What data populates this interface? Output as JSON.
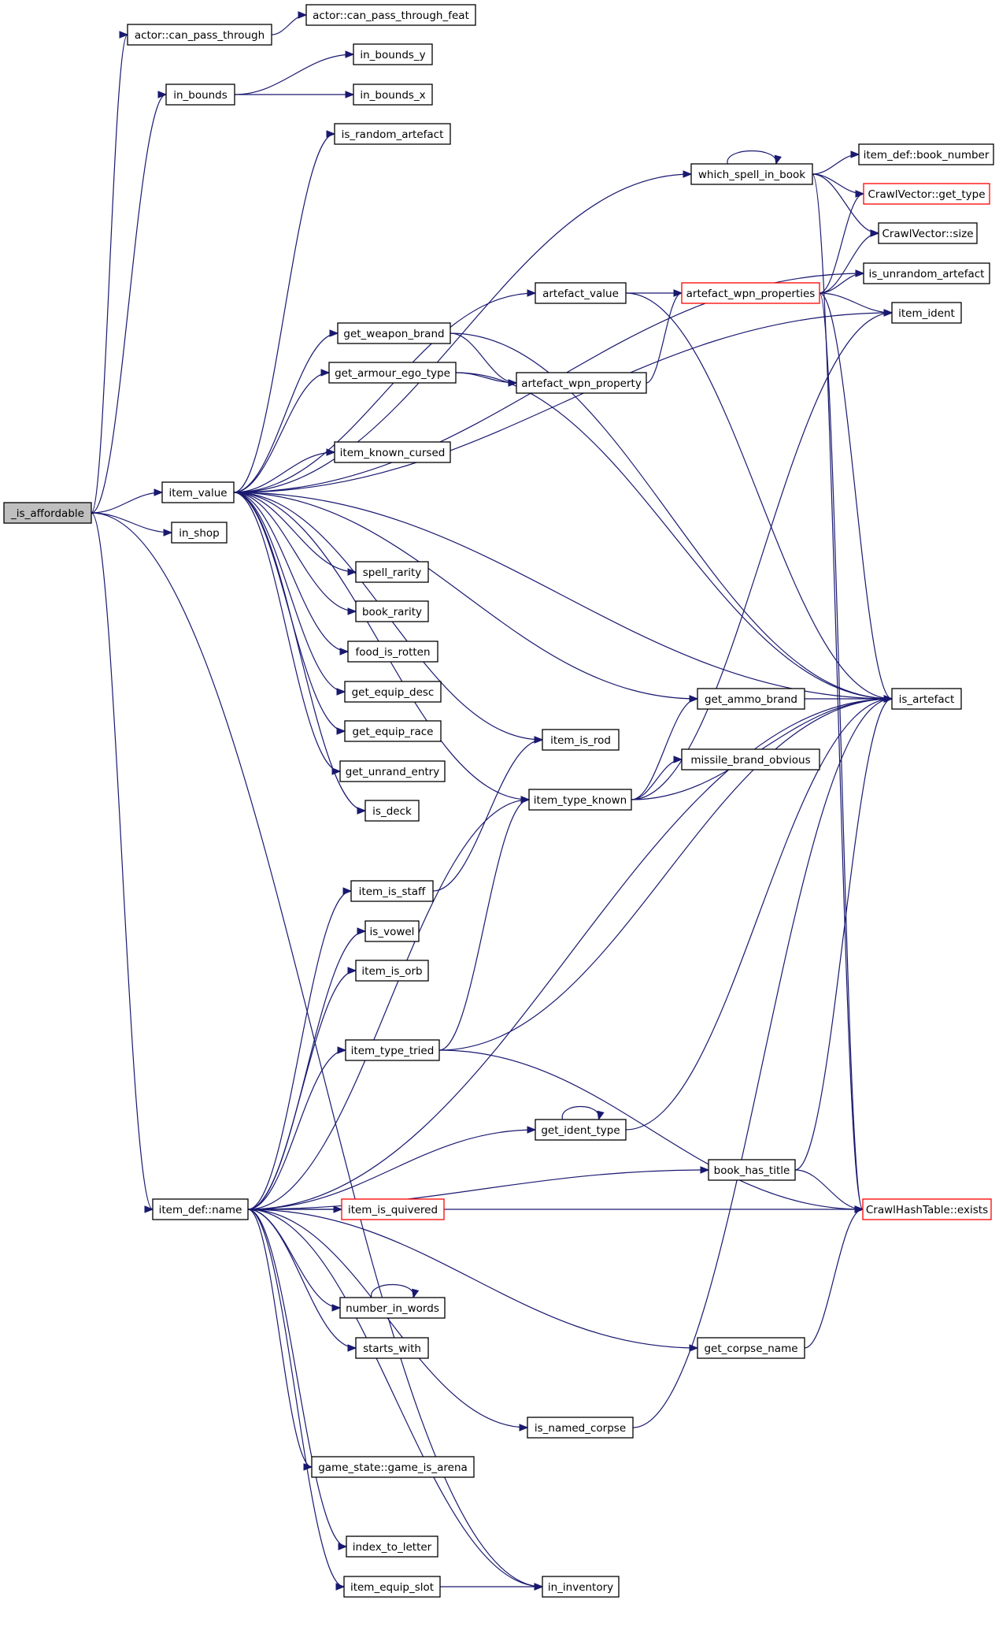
{
  "diagram": {
    "colors": {
      "edge": "#191970",
      "node_border": "#000000",
      "node_border_red": "#ff0000",
      "root_fill": "#bfbfbf",
      "node_fill": "#ffffff"
    },
    "nodes": [
      {
        "id": "n0",
        "label": "_is_affordable",
        "kind": "root"
      },
      {
        "id": "n1",
        "label": "actor::can_pass_through",
        "kind": "plain"
      },
      {
        "id": "n2",
        "label": "actor::can_pass_through_feat",
        "kind": "plain"
      },
      {
        "id": "n3",
        "label": "in_bounds",
        "kind": "plain"
      },
      {
        "id": "n4",
        "label": "in_bounds_y",
        "kind": "plain"
      },
      {
        "id": "n5",
        "label": "in_bounds_x",
        "kind": "plain"
      },
      {
        "id": "n6",
        "label": "is_random_artefact",
        "kind": "plain"
      },
      {
        "id": "n7",
        "label": "which_spell_in_book",
        "kind": "plain"
      },
      {
        "id": "n8",
        "label": "item_def::book_number",
        "kind": "plain"
      },
      {
        "id": "n9",
        "label": "CrawlVector::get_type",
        "kind": "red"
      },
      {
        "id": "n10",
        "label": "CrawlVector::size",
        "kind": "plain"
      },
      {
        "id": "n11",
        "label": "is_unrandom_artefact",
        "kind": "plain"
      },
      {
        "id": "n12",
        "label": "artefact_value",
        "kind": "plain"
      },
      {
        "id": "n13",
        "label": "artefact_wpn_properties",
        "kind": "red"
      },
      {
        "id": "n14",
        "label": "item_ident",
        "kind": "plain"
      },
      {
        "id": "n15",
        "label": "get_weapon_brand",
        "kind": "plain"
      },
      {
        "id": "n16",
        "label": "get_armour_ego_type",
        "kind": "plain"
      },
      {
        "id": "n17",
        "label": "artefact_wpn_property",
        "kind": "plain"
      },
      {
        "id": "n18",
        "label": "item_known_cursed",
        "kind": "plain"
      },
      {
        "id": "n19",
        "label": "item_value",
        "kind": "plain"
      },
      {
        "id": "n20",
        "label": "in_shop",
        "kind": "plain"
      },
      {
        "id": "n21",
        "label": "spell_rarity",
        "kind": "plain"
      },
      {
        "id": "n22",
        "label": "book_rarity",
        "kind": "plain"
      },
      {
        "id": "n23",
        "label": "food_is_rotten",
        "kind": "plain"
      },
      {
        "id": "n24",
        "label": "get_equip_desc",
        "kind": "plain"
      },
      {
        "id": "n25",
        "label": "get_equip_race",
        "kind": "plain"
      },
      {
        "id": "n26",
        "label": "get_unrand_entry",
        "kind": "plain"
      },
      {
        "id": "n27",
        "label": "is_deck",
        "kind": "plain"
      },
      {
        "id": "n28",
        "label": "get_ammo_brand",
        "kind": "plain"
      },
      {
        "id": "n29",
        "label": "is_artefact",
        "kind": "plain"
      },
      {
        "id": "n30",
        "label": "item_is_rod",
        "kind": "plain"
      },
      {
        "id": "n31",
        "label": "missile_brand_obvious",
        "kind": "plain"
      },
      {
        "id": "n32",
        "label": "item_type_known",
        "kind": "plain"
      },
      {
        "id": "n33",
        "label": "item_is_staff",
        "kind": "plain"
      },
      {
        "id": "n34",
        "label": "is_vowel",
        "kind": "plain"
      },
      {
        "id": "n35",
        "label": "item_is_orb",
        "kind": "plain"
      },
      {
        "id": "n36",
        "label": "item_type_tried",
        "kind": "plain"
      },
      {
        "id": "n37",
        "label": "get_ident_type",
        "kind": "plain"
      },
      {
        "id": "n38",
        "label": "book_has_title",
        "kind": "plain"
      },
      {
        "id": "n39",
        "label": "item_def::name",
        "kind": "plain"
      },
      {
        "id": "n40",
        "label": "item_is_quivered",
        "kind": "red"
      },
      {
        "id": "n41",
        "label": "CrawlHashTable::exists",
        "kind": "red"
      },
      {
        "id": "n42",
        "label": "number_in_words",
        "kind": "plain"
      },
      {
        "id": "n43",
        "label": "starts_with",
        "kind": "plain"
      },
      {
        "id": "n44",
        "label": "get_corpse_name",
        "kind": "plain"
      },
      {
        "id": "n45",
        "label": "is_named_corpse",
        "kind": "plain"
      },
      {
        "id": "n46",
        "label": "game_state::game_is_arena",
        "kind": "plain"
      },
      {
        "id": "n47",
        "label": "index_to_letter",
        "kind": "plain"
      },
      {
        "id": "n48",
        "label": "item_equip_slot",
        "kind": "plain"
      },
      {
        "id": "n49",
        "label": "in_inventory",
        "kind": "plain"
      }
    ],
    "edges": [
      [
        "n0",
        "n1"
      ],
      [
        "n0",
        "n3"
      ],
      [
        "n0",
        "n19"
      ],
      [
        "n0",
        "n20"
      ],
      [
        "n0",
        "n39"
      ],
      [
        "n0",
        "n49"
      ],
      [
        "n1",
        "n2"
      ],
      [
        "n3",
        "n4"
      ],
      [
        "n3",
        "n5"
      ],
      [
        "n19",
        "n6"
      ],
      [
        "n19",
        "n7"
      ],
      [
        "n19",
        "n11"
      ],
      [
        "n19",
        "n12"
      ],
      [
        "n19",
        "n14"
      ],
      [
        "n19",
        "n15"
      ],
      [
        "n19",
        "n16"
      ],
      [
        "n19",
        "n18"
      ],
      [
        "n19",
        "n21"
      ],
      [
        "n19",
        "n22"
      ],
      [
        "n19",
        "n23"
      ],
      [
        "n19",
        "n24"
      ],
      [
        "n19",
        "n25"
      ],
      [
        "n19",
        "n26"
      ],
      [
        "n19",
        "n27"
      ],
      [
        "n19",
        "n28"
      ],
      [
        "n19",
        "n29"
      ],
      [
        "n19",
        "n30"
      ],
      [
        "n19",
        "n32"
      ],
      [
        "n7",
        "n7"
      ],
      [
        "n7",
        "n8"
      ],
      [
        "n7",
        "n9"
      ],
      [
        "n7",
        "n10"
      ],
      [
        "n7",
        "n41"
      ],
      [
        "n12",
        "n13"
      ],
      [
        "n12",
        "n29"
      ],
      [
        "n13",
        "n9"
      ],
      [
        "n13",
        "n10"
      ],
      [
        "n13",
        "n11"
      ],
      [
        "n13",
        "n14"
      ],
      [
        "n13",
        "n29"
      ],
      [
        "n13",
        "n41"
      ],
      [
        "n15",
        "n17"
      ],
      [
        "n15",
        "n29"
      ],
      [
        "n16",
        "n17"
      ],
      [
        "n16",
        "n29"
      ],
      [
        "n17",
        "n13"
      ],
      [
        "n28",
        "n29"
      ],
      [
        "n32",
        "n14"
      ],
      [
        "n32",
        "n28"
      ],
      [
        "n32",
        "n31"
      ],
      [
        "n32",
        "n29"
      ],
      [
        "n33",
        "n30"
      ],
      [
        "n36",
        "n32"
      ],
      [
        "n36",
        "n29"
      ],
      [
        "n36",
        "n41"
      ],
      [
        "n37",
        "n37"
      ],
      [
        "n37",
        "n29"
      ],
      [
        "n38",
        "n41"
      ],
      [
        "n38",
        "n29"
      ],
      [
        "n39",
        "n33"
      ],
      [
        "n39",
        "n34"
      ],
      [
        "n39",
        "n35"
      ],
      [
        "n39",
        "n36"
      ],
      [
        "n39",
        "n32"
      ],
      [
        "n39",
        "n29"
      ],
      [
        "n39",
        "n37"
      ],
      [
        "n39",
        "n38"
      ],
      [
        "n39",
        "n40"
      ],
      [
        "n39",
        "n41"
      ],
      [
        "n39",
        "n42"
      ],
      [
        "n39",
        "n43"
      ],
      [
        "n39",
        "n44"
      ],
      [
        "n39",
        "n45"
      ],
      [
        "n39",
        "n46"
      ],
      [
        "n39",
        "n47"
      ],
      [
        "n39",
        "n48"
      ],
      [
        "n39",
        "n49"
      ],
      [
        "n42",
        "n42"
      ],
      [
        "n44",
        "n41"
      ],
      [
        "n45",
        "n29"
      ],
      [
        "n48",
        "n49"
      ]
    ]
  }
}
